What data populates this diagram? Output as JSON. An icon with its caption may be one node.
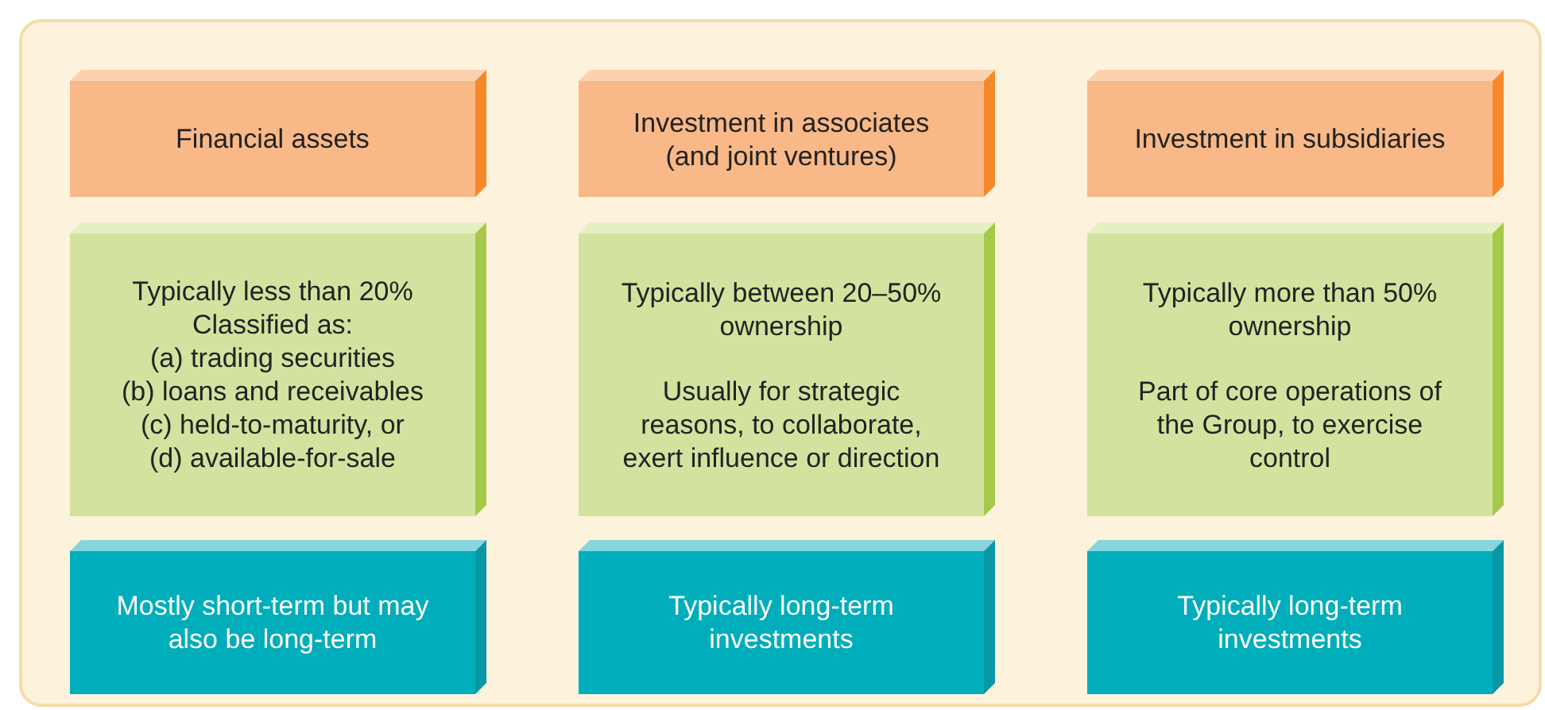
{
  "diagram": {
    "nodes": [
      {
        "text": [
          "Financial assets"
        ]
      },
      {
        "text": [
          "Investment in associates (and joint ventures)"
        ]
      },
      {
        "text": [
          "Investment in subsidiaries"
        ]
      },
      {
        "text": [
          "Typically less than 20%",
          "Classified as:",
          "(a) trading securities",
          "(b) loans and receivables",
          "(c) held-to-maturity, or",
          "(d) available-for-sale"
        ]
      },
      {
        "text": [
          "Typically between 20–50% ownership",
          "Usually for strategic reasons, to collaborate, exert influence or direction"
        ]
      },
      {
        "text": [
          "Typically more than 50% ownership",
          "Part of core operations of the Group, to exercise control"
        ]
      },
      {
        "text": [
          "Mostly short-term but may also be long-term"
        ]
      },
      {
        "text": [
          "Typically long-term investments"
        ]
      },
      {
        "text": [
          "Typically long-term investments"
        ]
      }
    ]
  }
}
